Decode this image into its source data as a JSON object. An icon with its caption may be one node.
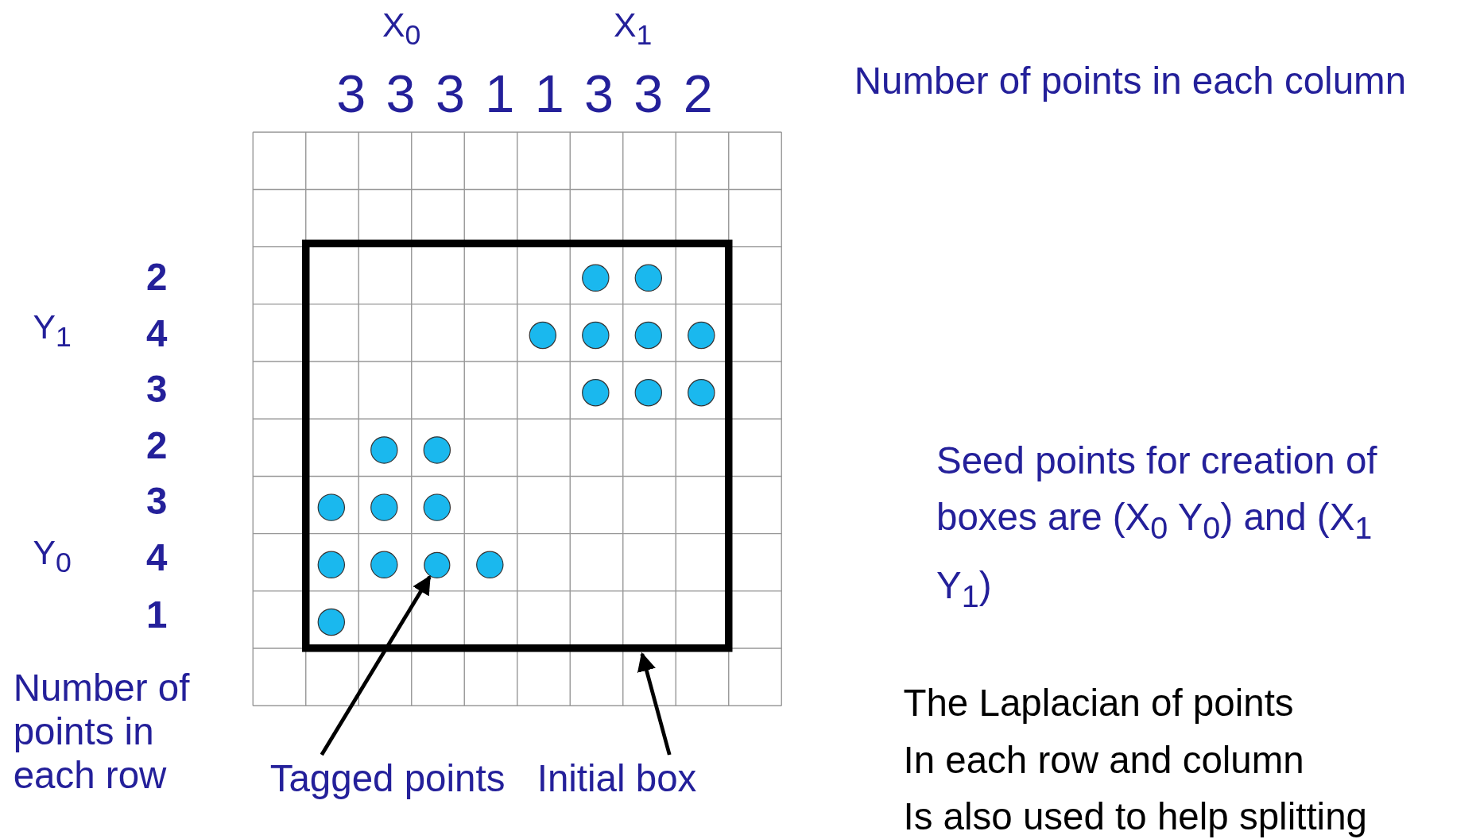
{
  "diagram": {
    "nodes": [
      {
        "text": [
          "Tagged points"
        ]
      },
      {
        "text": [
          "Initial box"
        ]
      },
      {
        "text": [],
        "shape": "box"
      },
      {
        "text": [],
        "shape": "circle",
        "in": 2
      }
    ],
    "edges": [
      {
        "from": 0,
        "to": 3,
        "arrow": "to"
      },
      {
        "from": 1,
        "to": 2,
        "arrow": "to"
      }
    ],
    "labels": [
      "X$_{0}$",
      "X$_{1}$",
      "3",
      "3",
      "3",
      "1",
      "1",
      "3",
      "3",
      "2",
      "Number of points in each column",
      "Y$_{1}$",
      "Y$_{0}$",
      "2",
      "4",
      "3",
      "2",
      "3",
      "4",
      "1",
      "Number of points in each row",
      "Seed points for creation of boxes are (X$_{0}$ Y$_{0}$)  and (X$_{1}$ Y$_{1}$)",
      "The Laplacian of points",
      "In each row and column",
      "Is also used to help splitting"
    ]
  }
}
